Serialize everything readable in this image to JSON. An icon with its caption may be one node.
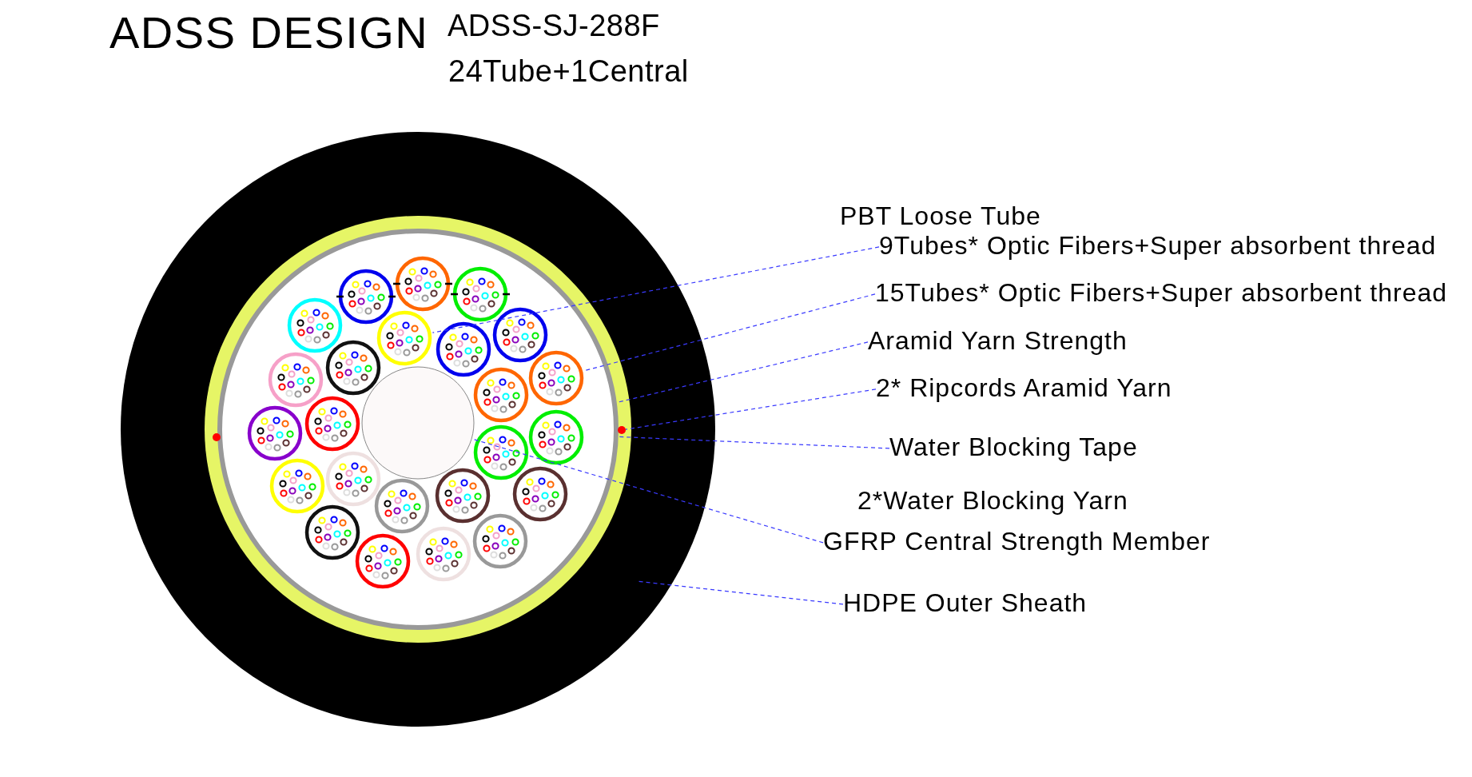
{
  "diagram": {
    "title": "ADSS DESIGN",
    "nodes": [
      {
        "text": [
          "9Tubes* Optic Fibers+Super absorbent thread"
        ]
      },
      {
        "text": [
          "15Tubes* Optic Fibers+Super absorbent thread"
        ]
      },
      {
        "text": [
          "Aramid Yarn Strength"
        ]
      },
      {
        "text": [
          "2* Ripcords Aramid Yarn"
        ]
      },
      {
        "text": [
          "Water Blocking Tape"
        ]
      },
      {
        "text": [
          "GFRP Central Strength Member"
        ]
      },
      {
        "text": [
          "HDPE Outer Sheath"
        ]
      },
      {
        "text": [],
        "shape": "circle",
        "in": 11
      },
      {
        "text": [],
        "shape": "circle",
        "in": 11
      },
      {
        "text": [],
        "shape": "circle",
        "in": 13
      },
      {
        "text": [],
        "shape": "circle",
        "in": 9
      },
      {
        "text": [],
        "shape": "circle",
        "in": 9
      },
      {
        "text": [],
        "shape": "circle",
        "in": 11
      },
      {
        "text": [],
        "shape": "circle"
      }
    ],
    "edges": [
      {
        "from": 0,
        "to": 7,
        "arrow": "none",
        "style": "dashed"
      },
      {
        "from": 1,
        "to": 8,
        "arrow": "none",
        "style": "dashed"
      },
      {
        "from": 2,
        "to": 9,
        "arrow": "none",
        "style": "dashed"
      },
      {
        "from": 3,
        "to": 10,
        "arrow": "none",
        "style": "dashed"
      },
      {
        "from": 4,
        "to": 11,
        "arrow": "none",
        "style": "dashed"
      },
      {
        "from": 5,
        "to": 12,
        "arrow": "none",
        "style": "dashed"
      },
      {
        "from": 6,
        "to": 13,
        "arrow": "none",
        "style": "dashed"
      }
    ],
    "labels": [
      "ADSS-SJ-288F",
      "24Tube+1Central",
      "PBT Loose Tube",
      "2*Water Blocking Yarn"
    ]
  }
}
